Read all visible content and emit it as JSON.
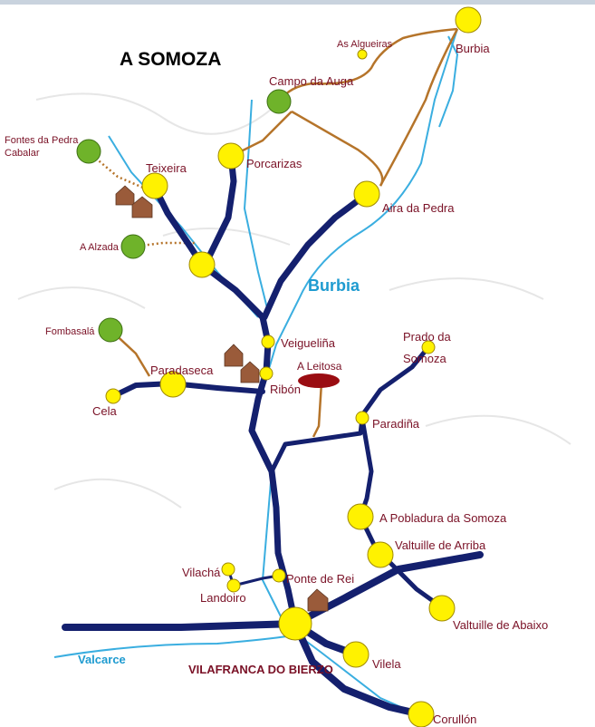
{
  "map": {
    "title": "A SOMOZA",
    "rivers": {
      "burbia": "Burbia",
      "valcarce": "Valcarce"
    },
    "lake": "A Leitosa",
    "main_town": "VILAFRANCA DO BIERZO",
    "places": {
      "burbia": "Burbia",
      "as_algueiras": "As Algueiras",
      "campo_da_auga": "Campo da Auga",
      "fontes_l1": "Fontes da Pedra",
      "fontes_l2": "Cabalar",
      "teixeira": "Teixeira",
      "porcarizas": "Porcarizas",
      "aira_da_pedra": "Aira da Pedra",
      "a_alzada": "A Alzada",
      "fombasala": "Fombasalá",
      "veiguelina": "Veigueliña",
      "prado_l1": "Prado da",
      "prado_l2": "Somoza",
      "paradaseca": "Paradaseca",
      "ribon": "Ribón",
      "cela": "Cela",
      "paradina": "Paradiña",
      "pobladura": "A Pobladura da Somoza",
      "valtuille_arriba": "Valtuille de Arriba",
      "vilacha": "Vilachá",
      "landoiro": "Landoiro",
      "ponte_de_rei": "Ponte de Rei",
      "valtuille_abaixo": "Valtuille de Abaixo",
      "vilela": "Vilela",
      "corullon": "Corullón"
    },
    "colors": {
      "road_main": "#14206e",
      "track": "#b5742a",
      "river": "#3aaee0",
      "village_node": "#fff200",
      "hamlet_node": "#6fb32a",
      "lake_fill": "#9a0d12",
      "label_text": "#7a1126"
    }
  }
}
